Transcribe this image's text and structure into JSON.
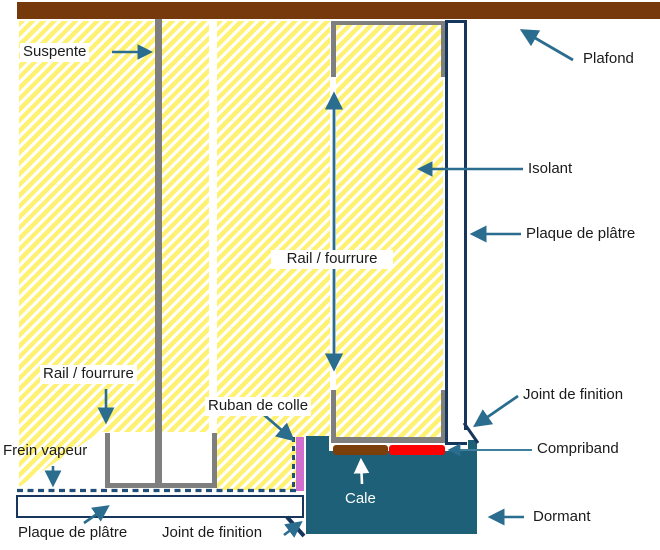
{
  "diagram": {
    "description": "Coupe technique plafond / mur - detail de pose plaque de platre et dormant",
    "labels": {
      "suspente": "Suspente",
      "plafond": "Plafond",
      "isolant": "Isolant",
      "plaque_platre_droite": "Plaque de plâtre",
      "rail_fourrure_centre": "Rail / fourrure",
      "rail_fourrure_gauche": "Rail / fourrure",
      "ruban_de_colle": "Ruban de colle",
      "frein_vapeur": "Frein vapeur",
      "joint_finition_droite": "Joint de finition",
      "compriband": "Compriband",
      "cale": "Cale",
      "dormant": "Dormant",
      "plaque_platre_bas": "Plaque de plâtre",
      "joint_finition_bas": "Joint de finition"
    },
    "colors": {
      "plafond_brun": "#76390b",
      "isolant_jaune": "#fff172",
      "rail_gris": "#7f7f7f",
      "dormant_teal": "#1e6078",
      "compriband_rouge": "#fe0000",
      "cale_brun": "#7b3f0b",
      "ruban_rose": "#d16fd1",
      "trait_navy": "#17365c",
      "frein_vapeur_dash": "#1f4e79",
      "fleche_bleu": "#2a6d8e",
      "texte": "#1b1b1b"
    }
  }
}
